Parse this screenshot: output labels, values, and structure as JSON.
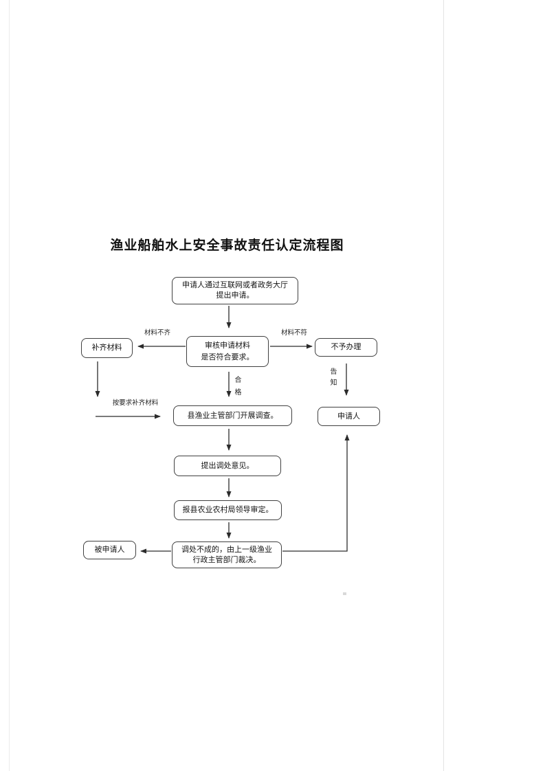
{
  "page": {
    "title": "渔业船舶水上安全事故责任认定流程图",
    "background_color": "#ffffff",
    "page_edge_color": "#ececec"
  },
  "colors": {
    "box_border": "#3f3f3f",
    "box_fill": "#ffffff",
    "text": "#141414",
    "arrow": "#2b2b2b"
  },
  "nodes": {
    "apply": {
      "line1": "申请人通过互联网或者政务大厅",
      "line2": "提出申请。"
    },
    "review": {
      "line1": "审核申请材料",
      "line2": "是否符合要求。"
    },
    "supplement": {
      "text": "补齐材料"
    },
    "reject": {
      "text": "不予办理"
    },
    "investigate": {
      "text": "县渔业主管部门开展调查。"
    },
    "applicant": {
      "text": "申请人"
    },
    "opinion": {
      "text": "提出调处意见。"
    },
    "report": {
      "text": "报县农业农村局领导审定。"
    },
    "ruling": {
      "line1": "调处不成的，由上一级渔业",
      "line2": "行政主管部门裁决。"
    },
    "respondent": {
      "text": "被申请人"
    }
  },
  "edges": [
    {
      "from": "apply",
      "to": "review",
      "label": ""
    },
    {
      "from": "review",
      "to": "supplement",
      "label": "材料不齐"
    },
    {
      "from": "review",
      "to": "reject",
      "label": "材料不符"
    },
    {
      "from": "review",
      "to": "investigate",
      "label": "合格"
    },
    {
      "from": "supplement",
      "to": "investigate",
      "label": "按要求补齐材料"
    },
    {
      "from": "reject",
      "to": "applicant",
      "label": "告知"
    },
    {
      "from": "investigate",
      "to": "opinion",
      "label": ""
    },
    {
      "from": "opinion",
      "to": "report",
      "label": ""
    },
    {
      "from": "report",
      "to": "ruling",
      "label": ""
    },
    {
      "from": "ruling",
      "to": "respondent",
      "label": ""
    },
    {
      "from": "ruling",
      "to": "applicant",
      "label": ""
    }
  ]
}
